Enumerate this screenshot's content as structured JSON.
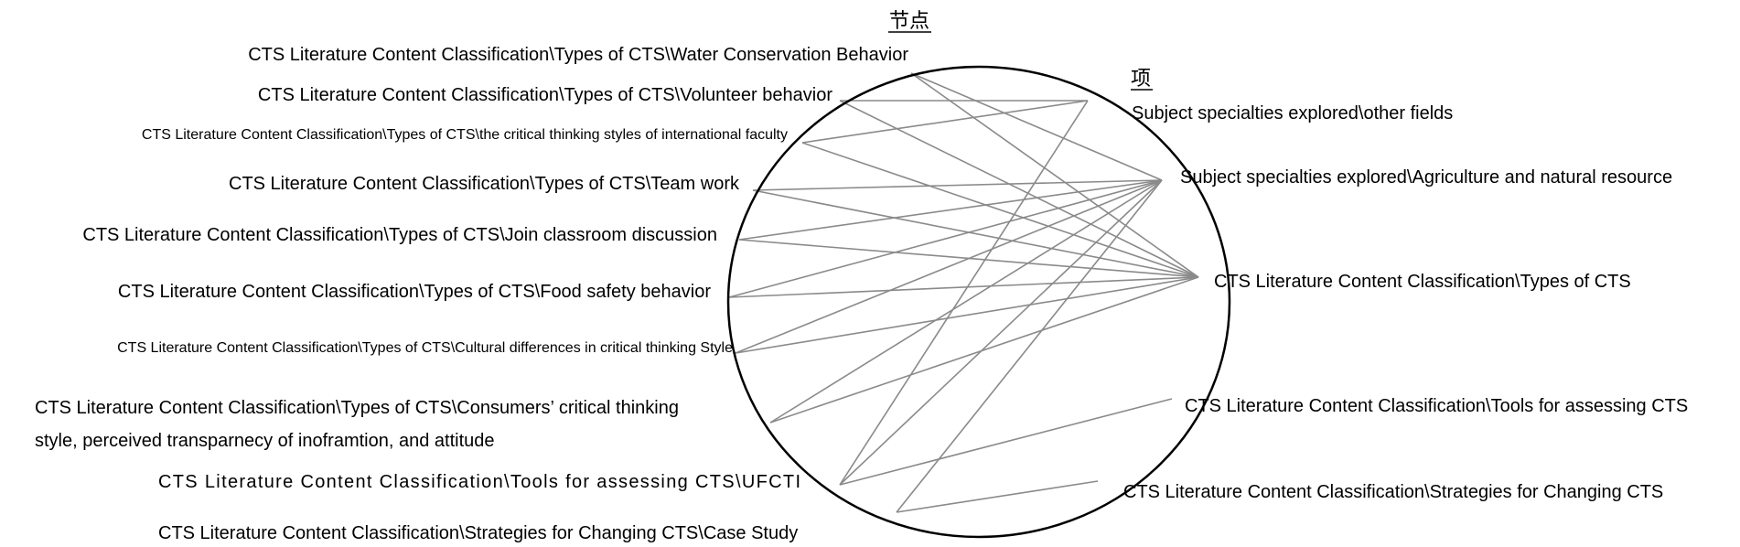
{
  "headers": {
    "nodes": "节点",
    "items": "项"
  },
  "nodes": [
    {
      "id": "n_water",
      "label": "CTS Literature Content Classification\\Types of CTS\\Water Conservation Behavior"
    },
    {
      "id": "n_volunteer",
      "label": "CTS Literature Content Classification\\Types of CTS\\Volunteer behavior"
    },
    {
      "id": "n_intl",
      "label": "CTS Literature Content Classification\\Types of CTS\\the critical thinking styles of international faculty"
    },
    {
      "id": "n_team",
      "label": "CTS Literature Content Classification\\Types of CTS\\Team work"
    },
    {
      "id": "n_classroom",
      "label": "CTS Literature Content Classification\\Types of CTS\\Join classroom discussion"
    },
    {
      "id": "n_food",
      "label": "CTS Literature Content Classification\\Types of CTS\\Food safety behavior"
    },
    {
      "id": "n_cultural",
      "label": "CTS Literature Content Classification\\Types of CTS\\Cultural differences in critical thinking Style"
    },
    {
      "id": "n_consumers",
      "label": "CTS Literature Content Classification\\Types of CTS\\Consumers’ critical thinking",
      "label_line2": "style, perceived transparnecy of inoframtion, and attitude"
    },
    {
      "id": "n_ufcti",
      "label": "CTS Literature Content Classification\\Tools for assessing CTS\\UFCTI"
    },
    {
      "id": "n_case",
      "label": "CTS Literature Content Classification\\Strategies for Changing CTS\\Case Study"
    }
  ],
  "items": [
    {
      "id": "i_other",
      "label": "Subject specialties explored\\other fields"
    },
    {
      "id": "i_agri",
      "label": "Subject specialties explored\\Agriculture and natural resource"
    },
    {
      "id": "i_types",
      "label": "CTS Literature Content Classification\\Types of CTS"
    },
    {
      "id": "i_tools",
      "label": "CTS Literature Content Classification\\Tools for assessing CTS"
    },
    {
      "id": "i_strat",
      "label": "CTS Literature Content Classification\\Strategies for Changing CTS"
    }
  ],
  "links": [
    [
      "n_water",
      "i_agri"
    ],
    [
      "n_water",
      "i_types"
    ],
    [
      "n_volunteer",
      "i_other"
    ],
    [
      "n_volunteer",
      "i_types"
    ],
    [
      "n_intl",
      "i_other"
    ],
    [
      "n_intl",
      "i_types"
    ],
    [
      "n_team",
      "i_agri"
    ],
    [
      "n_team",
      "i_types"
    ],
    [
      "n_classroom",
      "i_agri"
    ],
    [
      "n_classroom",
      "i_types"
    ],
    [
      "n_food",
      "i_agri"
    ],
    [
      "n_food",
      "i_types"
    ],
    [
      "n_cultural",
      "i_agri"
    ],
    [
      "n_cultural",
      "i_types"
    ],
    [
      "n_consumers",
      "i_agri"
    ],
    [
      "n_consumers",
      "i_types"
    ],
    [
      "n_ufcti",
      "i_other"
    ],
    [
      "n_ufcti",
      "i_agri"
    ],
    [
      "n_ufcti",
      "i_tools"
    ],
    [
      "n_case",
      "i_agri"
    ],
    [
      "n_case",
      "i_strat"
    ]
  ],
  "colors": {
    "circle": "#000000",
    "link": "#8a8a8a",
    "text": "#000000"
  }
}
